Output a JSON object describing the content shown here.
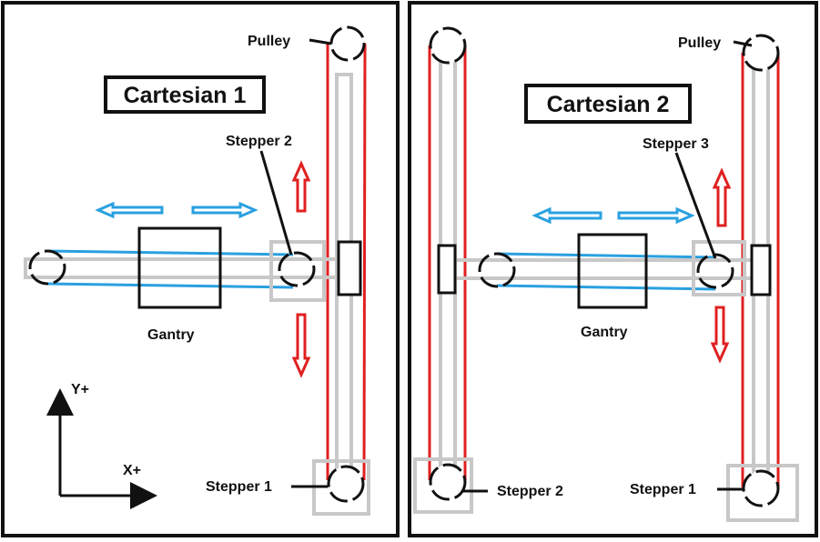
{
  "colors": {
    "frame": "#111111",
    "rail": "#c8c8c8",
    "y_belt": "#e02020",
    "x_belt": "#2aa0e0",
    "y_arrow": "#e02020",
    "x_arrow": "#2aa0e0"
  },
  "panels": [
    {
      "title": "Cartesian 1",
      "labels": {
        "pulley": "Pulley",
        "stepper_x": "Stepper 2",
        "gantry": "Gantry",
        "stepper_y": "Stepper 1",
        "axis_y": "Y+",
        "axis_x": "X+"
      }
    },
    {
      "title": "Cartesian 2",
      "labels": {
        "pulley": "Pulley",
        "stepper_x": "Stepper 3",
        "gantry": "Gantry",
        "stepper_left": "Stepper 2",
        "stepper_right": "Stepper 1"
      }
    }
  ]
}
